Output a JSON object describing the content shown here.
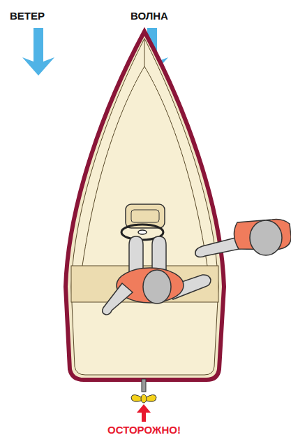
{
  "diagram": {
    "labels": [
      "ВЕТЕР",
      "ВОЛНА",
      "ОСТОРОЖНО!"
    ]
  }
}
